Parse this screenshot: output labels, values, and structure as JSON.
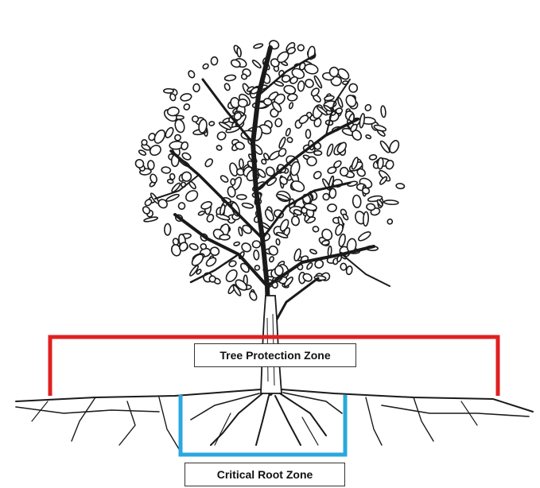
{
  "labels": {
    "tree_protection_zone": "Tree Protection Zone",
    "critical_root_zone": "Critical Root Zone"
  },
  "colors": {
    "tree_protection_zone": "#e02020",
    "critical_root_zone": "#2aa8df",
    "ink": "#1a1a1a"
  },
  "icons": {
    "tree": "tree-illustration",
    "roots": "root-system-illustration"
  }
}
